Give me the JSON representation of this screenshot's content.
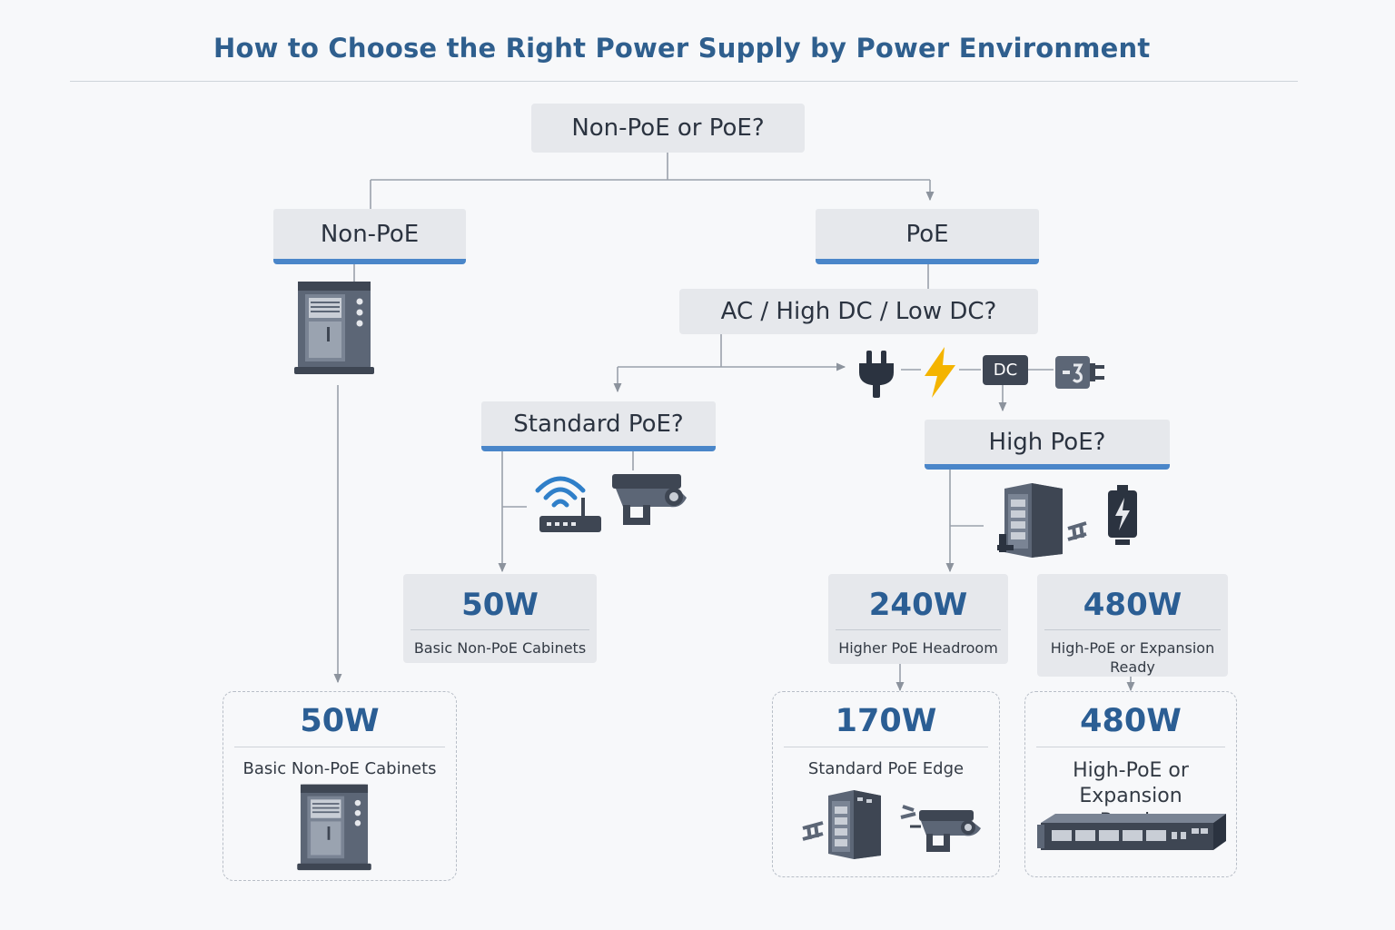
{
  "title": "How to Choose the Right Power Supply by Power Environment",
  "nodes": {
    "root": "Non-PoE or PoE?",
    "non_poe": "Non-PoE",
    "poe": "PoE",
    "power_source": "AC / High DC / Low DC?",
    "standard_poe": "Standard PoE?",
    "high_poe": "High PoE?"
  },
  "dc_badge": "DC",
  "results": {
    "standard_50": {
      "watt": "50W",
      "desc": "Basic Non-PoE Cabinets"
    },
    "high_240": {
      "watt": "240W",
      "desc": "Higher PoE Headroom"
    },
    "high_480": {
      "watt": "480W",
      "desc": "High-PoE or Expansion Ready"
    }
  },
  "final": {
    "non_poe_50": {
      "watt": "50W",
      "desc": "Basic Non-PoE Cabinets"
    },
    "edge_170": {
      "watt": "170W",
      "desc": "Standard PoE Edge"
    },
    "expansion_480": {
      "watt": "480W",
      "desc": "High-PoE or Expansion Ready"
    }
  },
  "colors": {
    "accent": "#4a86c9",
    "title": "#2f5f8e",
    "lightning": "#f4b400",
    "icon": "#46505e"
  }
}
